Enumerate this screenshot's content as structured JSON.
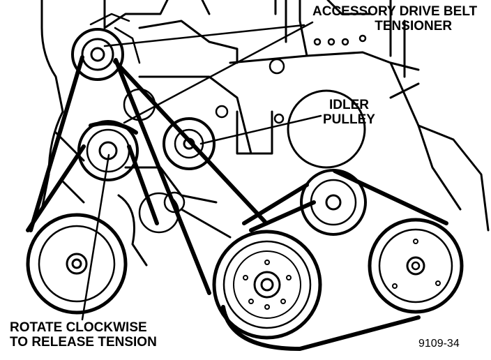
{
  "figure": {
    "number": "9109-34"
  },
  "callouts": {
    "tensioner": {
      "line1": "ACCESSORY DRIVE BELT",
      "line2": "TENSIONER"
    },
    "idler": {
      "line1": "IDLER",
      "line2": "PULLEY"
    },
    "rotate": {
      "line1": "ROTATE CLOCKWISE",
      "line2": "TO RELEASE TENSION"
    }
  },
  "colors": {
    "ink": "#000000",
    "paper": "#ffffff"
  }
}
